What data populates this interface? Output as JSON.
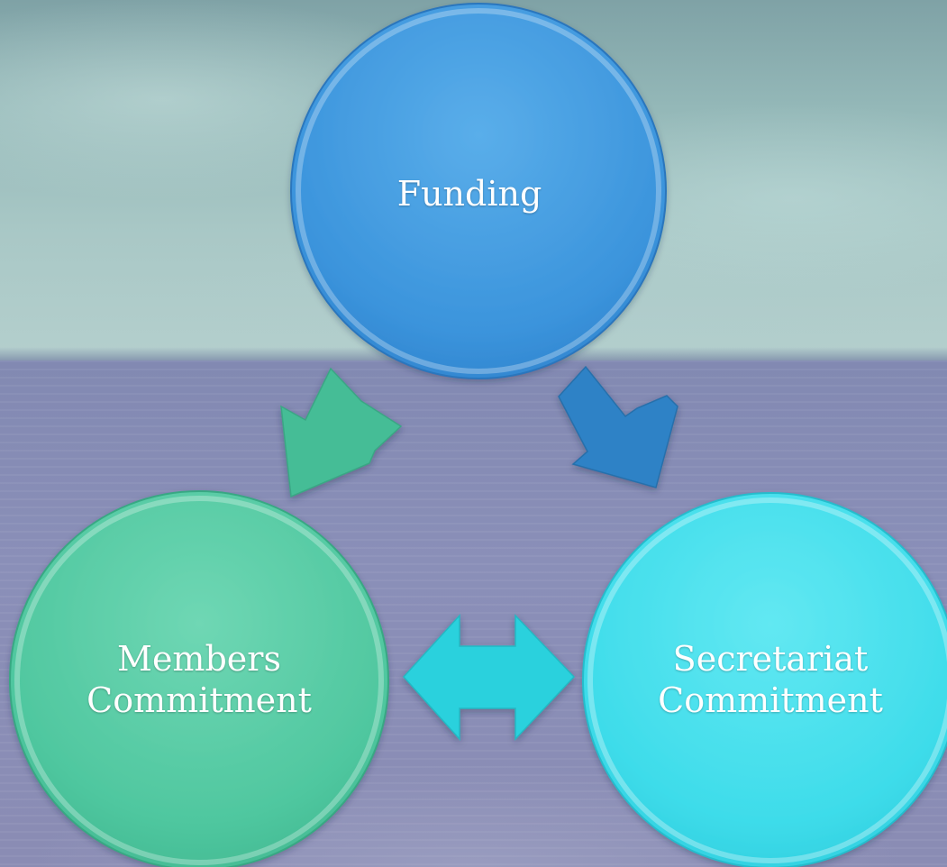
{
  "diagram": {
    "nodes": {
      "funding": {
        "label": "Funding",
        "color": "#3b94dc"
      },
      "members": {
        "label_line1": "Members",
        "label_line2": "Commitment",
        "color": "#4fc79f"
      },
      "secretariat": {
        "label_line1": "Secretariat",
        "label_line2": "Commitment",
        "color": "#3edcea"
      }
    },
    "arrows": {
      "funding_to_members_color": "#45bd96",
      "funding_to_secretariat_color": "#2e82c6",
      "members_secretariat_color": "#2cd1dd"
    }
  }
}
